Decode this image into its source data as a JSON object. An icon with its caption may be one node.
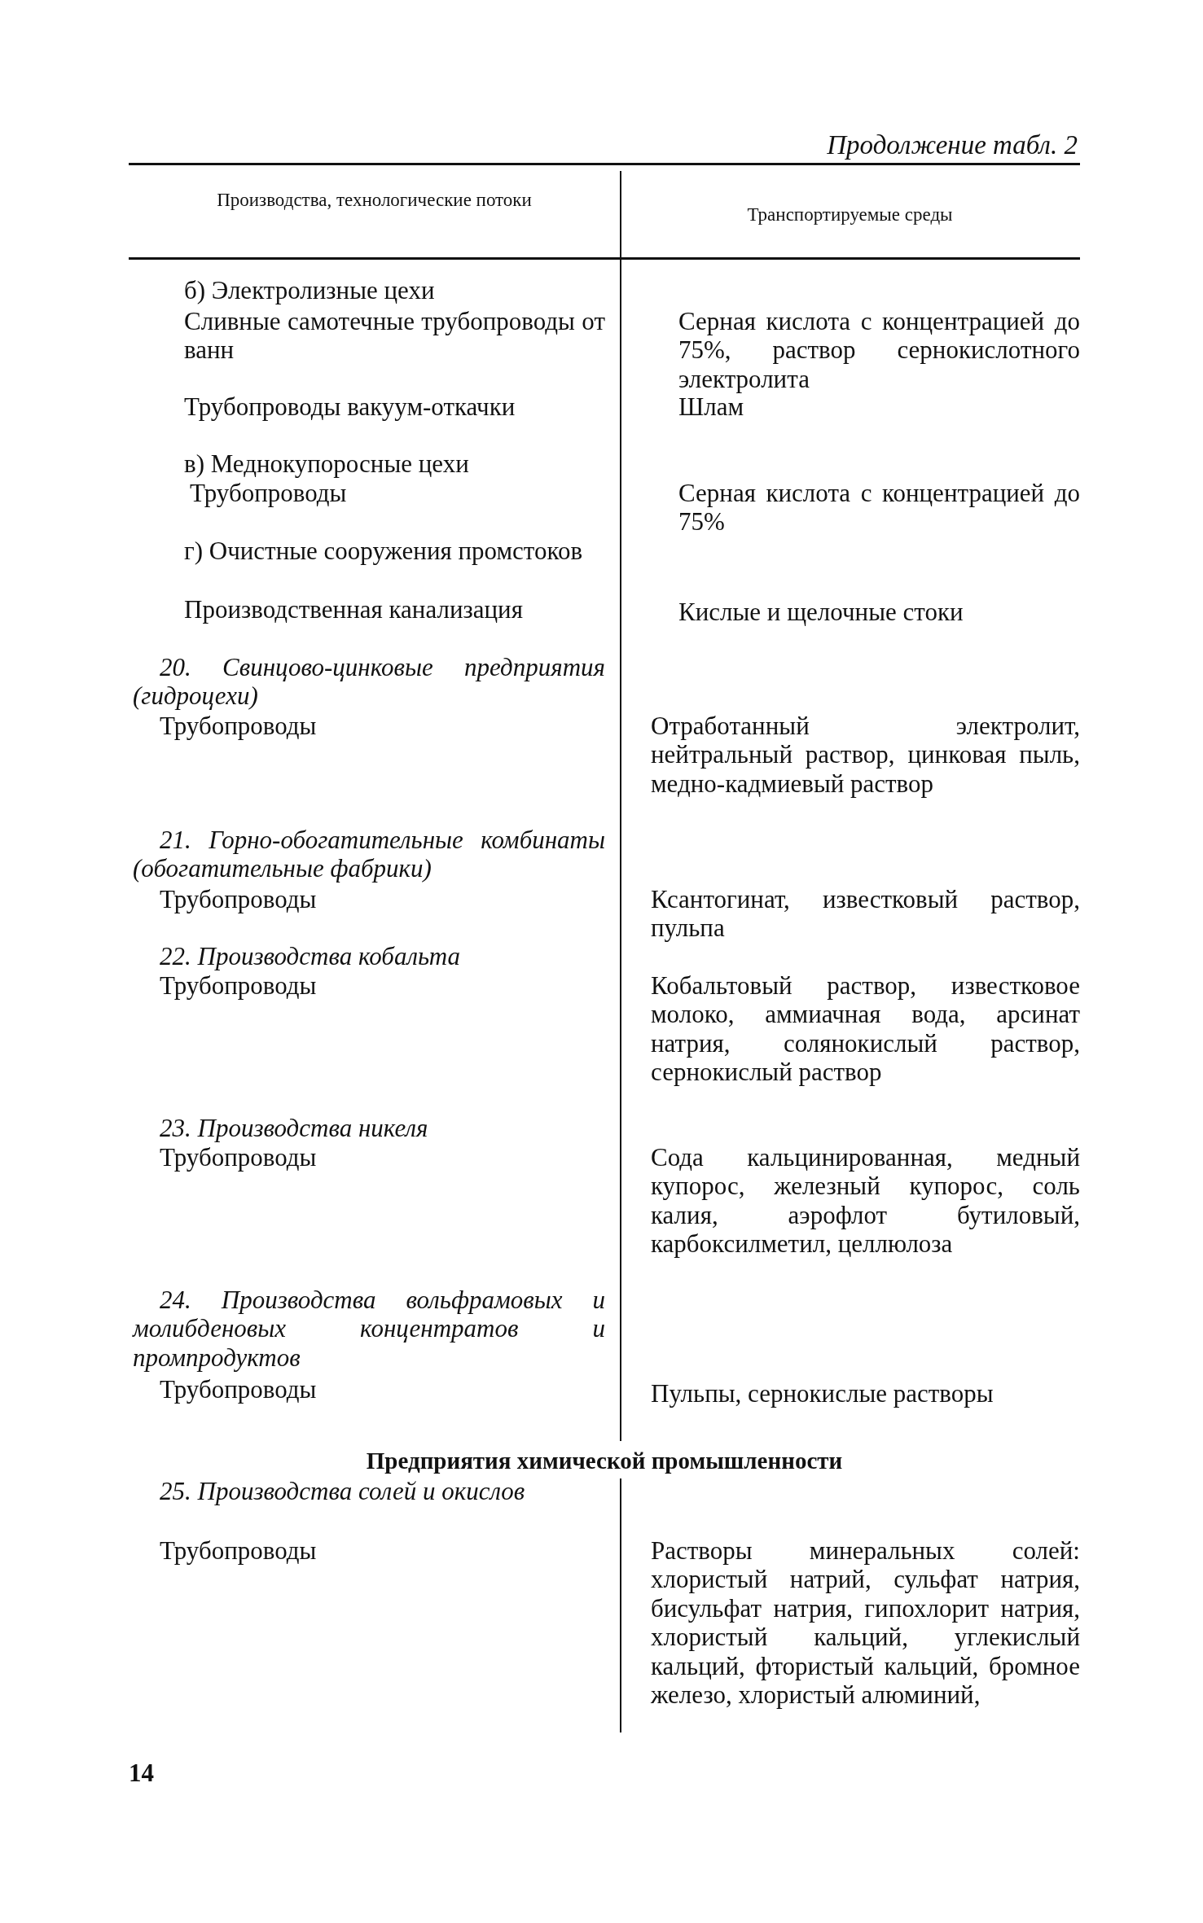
{
  "diagram": {
    "labels": [
      "Продолжение табл. 2",
      "Производства, технологические потоки",
      "Транспортируемые среды",
      "б) Электролизные цехи",
      "Сливные самотечные трубопроводы от ванн",
      "Серная кислота с концентрацией до 75%, раствор сернокислотного электролита",
      "Трубопроводы вакуум-откачки",
      "Шлам",
      "в) Меднокупоросные цехи",
      "Трубопроводы",
      "Серная кислота с концентрацией до 75%",
      "г) Очистные сооружения промстоков",
      "Производственная канализация",
      "Кислые и щелочные стоки",
      "20. Свинцово-цинковые предприятия (гидроцехи)",
      "Трубопроводы",
      "Отработанный электролит, нейтральный раствор, цинковая пыль, медно-кадмиевый раствор",
      "21. Горно-обогатительные комбинаты (обогатительные фабрики)",
      "Трубопроводы",
      "Ксантогинат, известковый раствор, пульпа",
      "22. Производства кобальта",
      "Трубопроводы",
      "Кобальтовый раствор, известковое молоко, аммиачная вода, арсинат натрия, солянокислый раствор, сернокислый раствор",
      "23. Производства никеля",
      "Трубопроводы",
      "Сода кальцинированная, медный купорос, железный купорос, соль калия, аэрофлот бутиловый, карбоксилметил, целлюлоза",
      "24. Производства вольфрамовых и молибденовых концентратов и промпродуктов",
      "Трубопроводы",
      "Пульпы, сернокислые растворы",
      "Предприятия химической промышленности",
      "25. Производства солей и окислов",
      "Трубопроводы",
      "Растворы минеральных солей: хлористый натрий, сульфат натрия, бисульфат натрия, гипохлорит натрия, хлористый кальций, углекислый кальций, фтористый кальций, бромное железо, хлористый алюминий,",
      "14"
    ]
  }
}
